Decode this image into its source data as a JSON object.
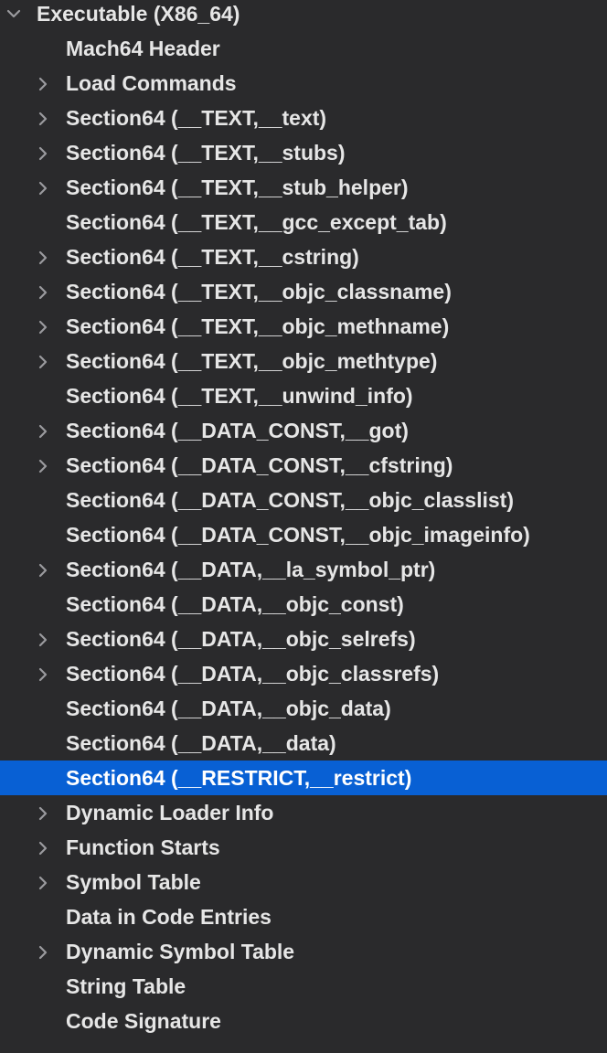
{
  "tree": {
    "root": {
      "label": "Executable  (X86_64)",
      "expanded": true
    },
    "items": [
      {
        "label": "Mach64 Header",
        "expandable": false
      },
      {
        "label": "Load Commands",
        "expandable": true
      },
      {
        "label": "Section64 (__TEXT,__text)",
        "expandable": true
      },
      {
        "label": "Section64 (__TEXT,__stubs)",
        "expandable": true
      },
      {
        "label": "Section64 (__TEXT,__stub_helper)",
        "expandable": true
      },
      {
        "label": "Section64 (__TEXT,__gcc_except_tab)",
        "expandable": false
      },
      {
        "label": "Section64 (__TEXT,__cstring)",
        "expandable": true
      },
      {
        "label": "Section64 (__TEXT,__objc_classname)",
        "expandable": true
      },
      {
        "label": "Section64 (__TEXT,__objc_methname)",
        "expandable": true
      },
      {
        "label": "Section64 (__TEXT,__objc_methtype)",
        "expandable": true
      },
      {
        "label": "Section64 (__TEXT,__unwind_info)",
        "expandable": false
      },
      {
        "label": "Section64 (__DATA_CONST,__got)",
        "expandable": true
      },
      {
        "label": "Section64 (__DATA_CONST,__cfstring)",
        "expandable": true
      },
      {
        "label": "Section64 (__DATA_CONST,__objc_classlist)",
        "expandable": false
      },
      {
        "label": "Section64 (__DATA_CONST,__objc_imageinfo)",
        "expandable": false
      },
      {
        "label": "Section64 (__DATA,__la_symbol_ptr)",
        "expandable": true
      },
      {
        "label": "Section64 (__DATA,__objc_const)",
        "expandable": false
      },
      {
        "label": "Section64 (__DATA,__objc_selrefs)",
        "expandable": true
      },
      {
        "label": "Section64 (__DATA,__objc_classrefs)",
        "expandable": true
      },
      {
        "label": "Section64 (__DATA,__objc_data)",
        "expandable": false
      },
      {
        "label": "Section64 (__DATA,__data)",
        "expandable": false
      },
      {
        "label": "Section64 (__RESTRICT,__restrict)",
        "expandable": false,
        "selected": true
      },
      {
        "label": "Dynamic Loader Info",
        "expandable": true
      },
      {
        "label": "Function Starts",
        "expandable": true
      },
      {
        "label": "Symbol Table",
        "expandable": true
      },
      {
        "label": "Data in Code Entries",
        "expandable": false
      },
      {
        "label": "Dynamic Symbol Table",
        "expandable": true
      },
      {
        "label": "String Table",
        "expandable": false
      },
      {
        "label": "Code Signature",
        "expandable": false
      }
    ]
  },
  "colors": {
    "background": "#2a2a2c",
    "text": "#e6e6e6",
    "selection": "#0860d4",
    "chevron": "#9a9a9e"
  }
}
